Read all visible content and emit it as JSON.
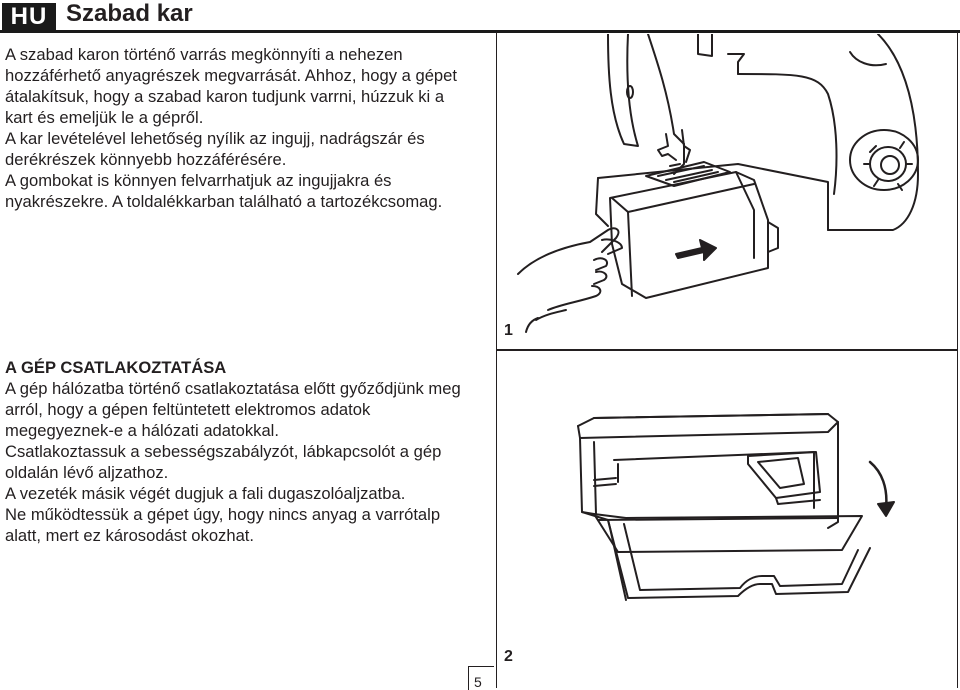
{
  "header": {
    "lang_badge": "HU",
    "title": "Szabad kar"
  },
  "intro": {
    "p1": "A szabad karon történő varrás megkönnyíti a nehezen hozzáférhető anyagrészek megvarrását. Ahhoz, hogy a gépet átalakítsuk, hogy a szabad karon tudjunk varrni, húzzuk ki a kart és emeljük le a gépről.",
    "p2": "A kar levételével lehetőség nyílik az ingujj, nadrágszár és derékrészek könnyebb hozzáférésére.",
    "p3": "A gombokat is könnyen felvarrhatjuk az ingujjakra és nyakrészekre. A toldalékkarban található a tartozékcsomag."
  },
  "connection": {
    "heading": "A GÉP CSATLAKOZTATÁSA",
    "p1": "A gép hálózatba történő csatlakoztatása előtt győződjünk meg arról, hogy a gépen feltüntetett elektromos adatok megegyeznek-e a hálózati adatokkal.",
    "p2": "Csatlakoztassuk a sebességszabályzót, lábkapcsolót a gép oldalán lévő aljzathoz.",
    "p3": "A vezeték másik végét dugjuk a fali dugaszolóaljzatba.",
    "p4": "Ne működtessük a gépet úgy, hogy nincs anyag a varrótalp alatt, mert ez károsodást okozhat."
  },
  "figures": {
    "fig1_label": "1",
    "fig2_label": "2"
  },
  "footer": {
    "page_number": "5"
  }
}
